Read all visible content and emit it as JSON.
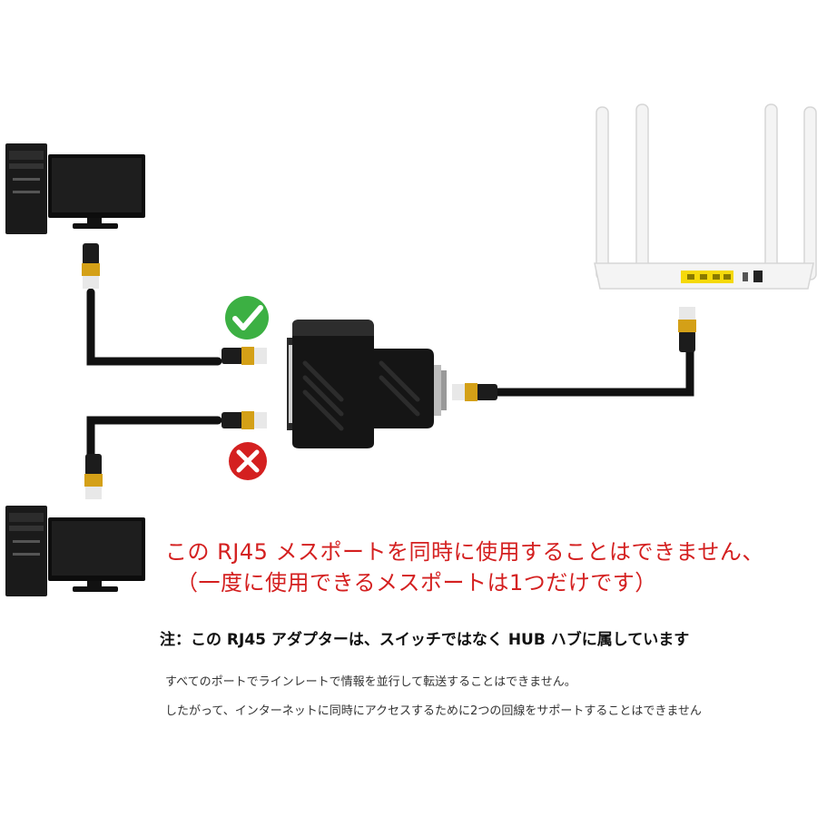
{
  "texts": {
    "warning_line_1": "この RJ45 メスポートを同時に使用することはできません、",
    "warning_line_2": "（一度に使用できるメスポートは1つだけです）",
    "note": "注：この RJ45 アダプターは、スイッチではなく HUB ハブに属しています",
    "body_line_1": "すべてのポートでラインレートで情報を並行して転送することはできません。",
    "body_line_2": "したがって、インターネットに同時にアクセスするために2つの回線をサポートすることはできません"
  },
  "colors": {
    "check_green": "#3cb043",
    "cross_red": "#d42020",
    "cable_black": "#111111",
    "plug_gold": "#d4a017",
    "router_white": "#f4f4f4",
    "router_port_yellow": "#f5d90a",
    "warning_red": "#d42020"
  },
  "icons": {
    "allowed": "check-mark-icon",
    "not_allowed": "cross-mark-icon"
  }
}
